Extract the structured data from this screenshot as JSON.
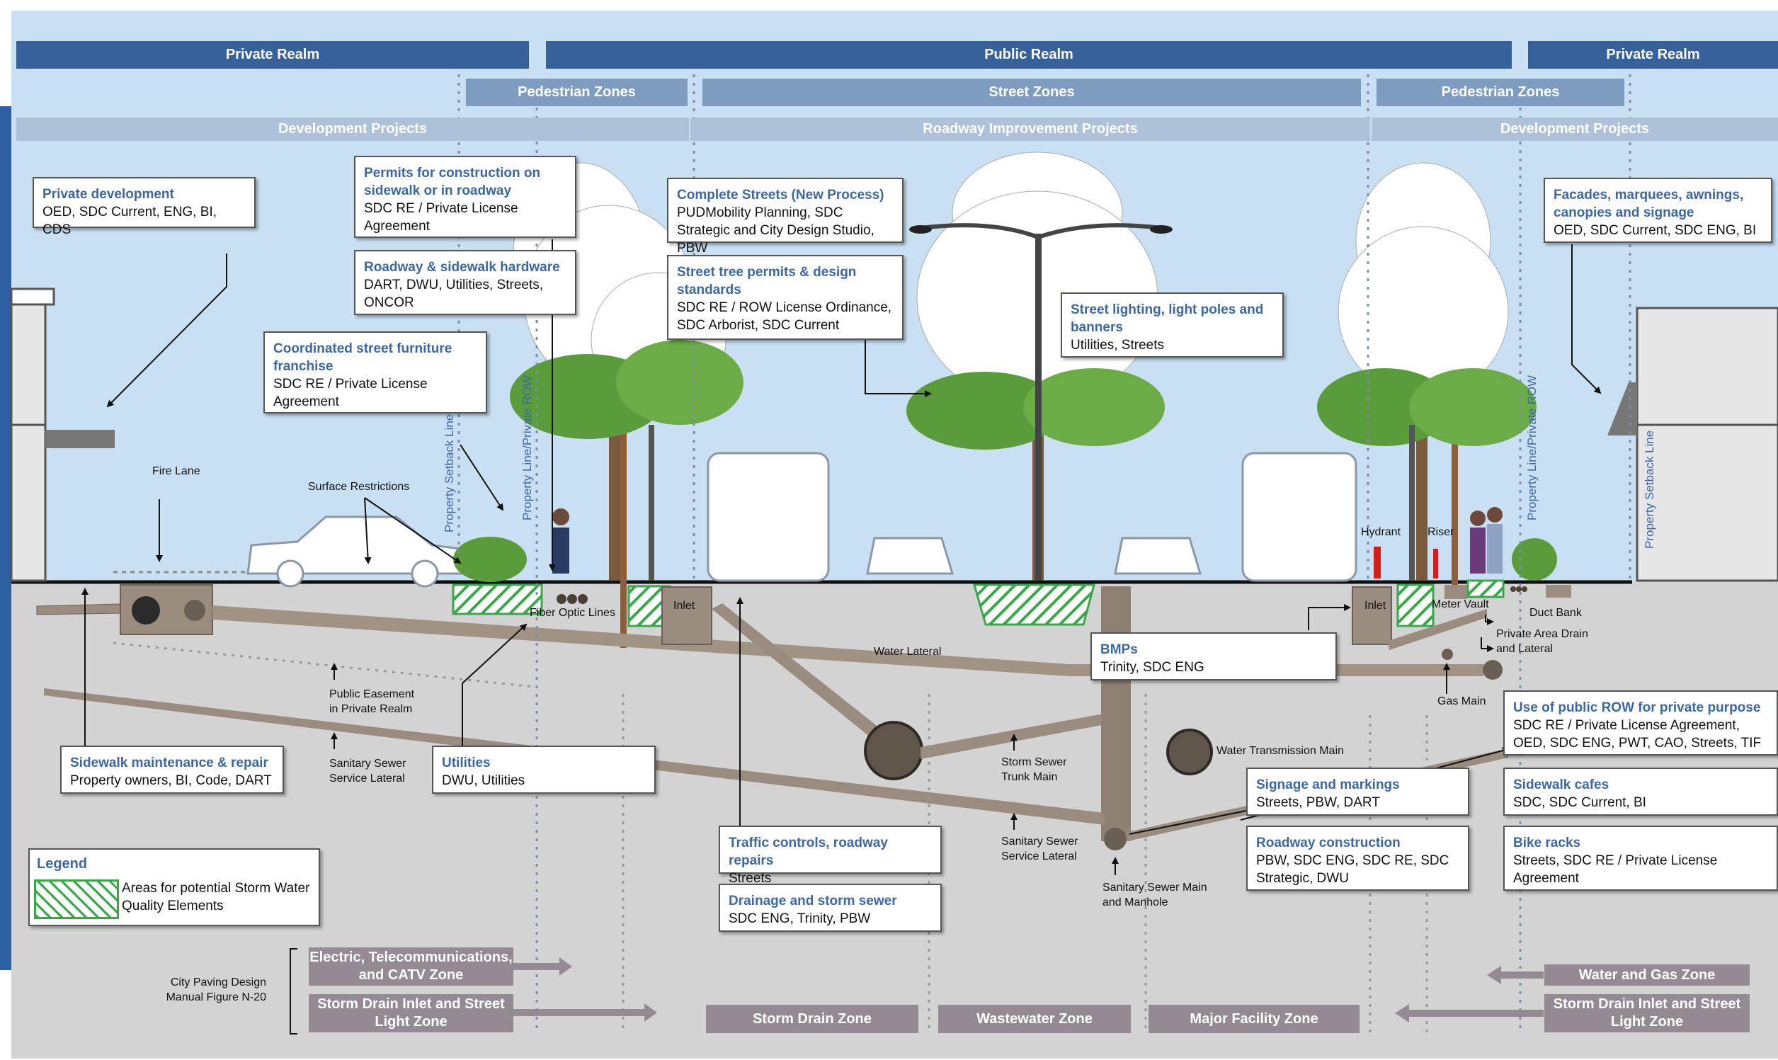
{
  "header": {
    "row1": [
      "Private Realm",
      "Public Realm",
      "Private Realm"
    ],
    "row2": [
      "Pedestrian Zones",
      "Street Zones",
      "Pedestrian Zones"
    ],
    "row3": [
      "Development Projects",
      "Roadway Improvement Projects",
      "Development Projects"
    ]
  },
  "boxes": [
    {
      "title": "Private development",
      "body": "OED, SDC Current, ENG, BI, CDS"
    },
    {
      "title": "Permits for construction on sidewalk or in roadway",
      "body": "SDC RE / Private License Agreement"
    },
    {
      "title": "Roadway & sidewalk hardware",
      "body": "DART, DWU, Utilities, Streets, ONCOR"
    },
    {
      "title": "Coordinated street furniture franchise",
      "body": "SDC RE / Private License Agreement"
    },
    {
      "title": "Complete Streets (New Process)",
      "body": "PUDMobility Planning, SDC Strategic and City Design Studio, PBW"
    },
    {
      "title": "Street tree permits & design standards",
      "body": "SDC RE / ROW License Ordinance, SDC Arborist, SDC Current"
    },
    {
      "title": "Street lighting, light poles and banners",
      "body": "Utilities, Streets"
    },
    {
      "title": "Facades, marquees, awnings, canopies and signage",
      "body": "OED, SDC Current, SDC ENG, BI"
    },
    {
      "title": "BMPs",
      "body": "Trinity, SDC ENG"
    },
    {
      "title": "Sidewalk maintenance & repair",
      "body": "Property owners, BI, Code, DART"
    },
    {
      "title": "Utilities",
      "body": "DWU, Utilities"
    },
    {
      "title": "Traffic controls, roadway repairs",
      "body": "Streets"
    },
    {
      "title": "Drainage and storm sewer",
      "body": "SDC ENG, Trinity, PBW"
    },
    {
      "title": "Signage and markings",
      "body": "Streets, PBW, DART"
    },
    {
      "title": "Roadway construction",
      "body": "PBW, SDC ENG, SDC RE, SDC Strategic, DWU"
    },
    {
      "title": "Use of public ROW for private purpose",
      "body": "SDC RE / Private License Agreement, OED, SDC ENG, PWT, CAO, Streets, TIF"
    },
    {
      "title": "Sidewalk cafes",
      "body": "SDC, SDC Current, BI"
    },
    {
      "title": "Bike racks",
      "body": "Streets, SDC RE / Private License Agreement"
    }
  ],
  "legend": {
    "title": "Legend",
    "item": "Areas for potential Storm Water Quality Elements"
  },
  "labels": {
    "fire_lane": "Fire Lane",
    "surface_restrictions": "Surface Restrictions",
    "fiber": "Fiber Optic Lines",
    "inlet_left": "Inlet",
    "inlet_right": "Inlet",
    "water_lateral": "Water Lateral",
    "public_easement": "Public Easement in Private Realm",
    "san_lateral_left": "Sanitary Sewer Service Lateral",
    "storm_trunk": "Storm Sewer Trunk Main",
    "water_transmission": "Water Transmission Main",
    "san_lateral_mid": "Sanitary Sewer Service Lateral",
    "san_main": "Sanitary Sewer Main and Manhole",
    "hydrant": "Hydrant",
    "riser": "Riser",
    "meter_vault": "Meter Vault",
    "duct_bank": "Duct Bank",
    "private_drain": "Private Area Drain and Lateral",
    "gas_main": "Gas Main",
    "city_paving": "City Paving Design Manual Figure N-20",
    "setback_left": "Property Setback Line",
    "row_left": "Property Line/Private ROW",
    "row_right": "Property Line/Private ROW",
    "setback_right": "Property Setback Line"
  },
  "zones": {
    "electric": "Electric, Telecommunications, and CATV Zone",
    "storm_inlet_left": "Storm Drain Inlet and Street Light Zone",
    "storm_drain": "Storm Drain Zone",
    "wastewater": "Wastewater Zone",
    "major_facility": "Major Facility Zone",
    "water_gas": "Water and Gas Zone",
    "storm_inlet_right": "Storm Drain Inlet and Street Light Zone"
  },
  "colors": {
    "sky": "#c9e0f3",
    "ground": "#d3d3d3",
    "header_dark": "#36619a",
    "header_mid": "#7e9cc0",
    "header_light": "#adc1d9",
    "title_blue": "#3c67a3",
    "pipe": "#9a8c7e",
    "swale_green": "#3aa84a",
    "zone_grey": "#948a94"
  }
}
